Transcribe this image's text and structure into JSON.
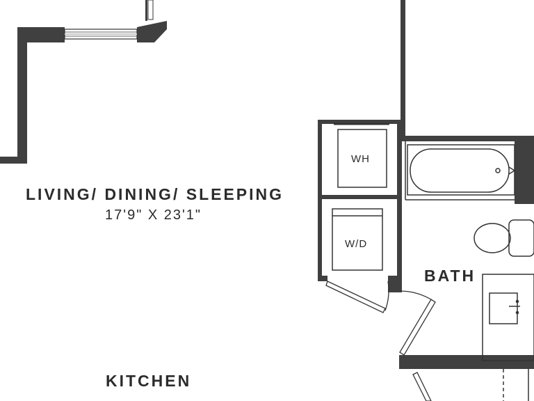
{
  "rooms": {
    "living": {
      "name": "LIVING/ DINING/ SLEEPING",
      "dims": "17'9\" X 23'1\""
    },
    "kitchen": {
      "name": "KITCHEN"
    },
    "bath": {
      "name": "BATH"
    }
  },
  "fixtures": {
    "water_heater": "WH",
    "washer_dryer": "W/D"
  },
  "colors": {
    "wall": "#404040",
    "line": "#333333",
    "window": "#c8c8c8",
    "background": "#ffffff"
  }
}
